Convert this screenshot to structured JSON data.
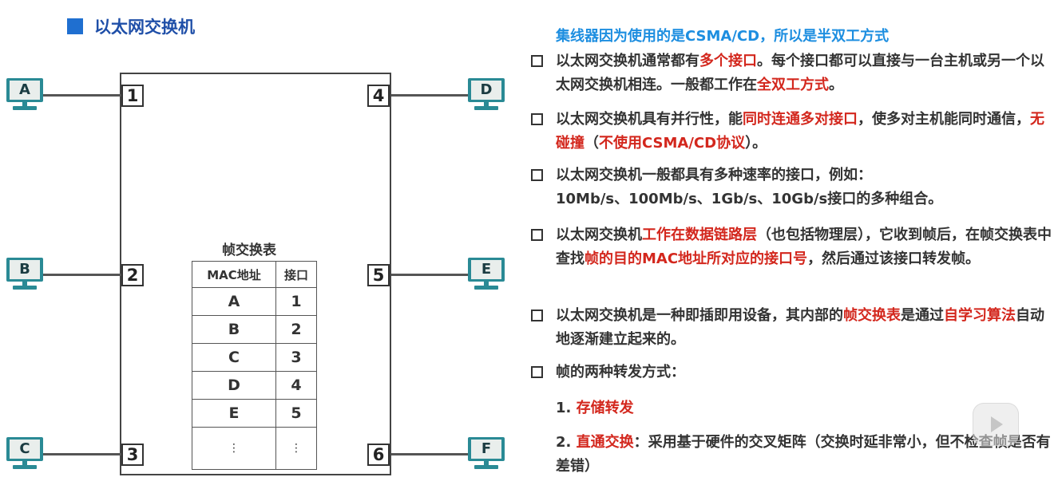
{
  "title": "以太网交换机",
  "diagram": {
    "hosts": [
      {
        "id": "A",
        "label": "A"
      },
      {
        "id": "B",
        "label": "B"
      },
      {
        "id": "C",
        "label": "C"
      },
      {
        "id": "D",
        "label": "D"
      },
      {
        "id": "E",
        "label": "E"
      },
      {
        "id": "F",
        "label": "F"
      }
    ],
    "ports": [
      "1",
      "2",
      "3",
      "4",
      "5",
      "6"
    ],
    "table": {
      "caption": "帧交换表",
      "headers": [
        "MAC地址",
        "接口"
      ],
      "rows": [
        [
          "A",
          "1"
        ],
        [
          "B",
          "2"
        ],
        [
          "C",
          "3"
        ],
        [
          "D",
          "4"
        ],
        [
          "E",
          "5"
        ],
        [
          "⋮",
          "⋮"
        ]
      ]
    }
  },
  "notes": {
    "header": "集线器因为使用的是CSMA/CD，所以是半双工方式",
    "b1": {
      "p1": "以太网交换机通常都有",
      "r1": "多个接口",
      "p2": "。每个接口都可以直接与一台主机或另一个以太网交换机相连。一般都工作在",
      "r2": "全双工方式",
      "p3": "。"
    },
    "b2": {
      "p1": "以太网交换机具有并行性，能",
      "r1": "同时连通多对接口",
      "p2": "，使多对主机能同时通信，",
      "r2": "无碰撞",
      "p3": "（",
      "r3": "不使用CSMA/CD协议",
      "p4": "）。"
    },
    "b3": {
      "line1": "以太网交换机一般都具有多种速率的接口，例如：",
      "line2": "10Mb/s、100Mb/s、1Gb/s、10Gb/s接口的多种组合。"
    },
    "b4": {
      "p1": "以太网交换机",
      "r1": "工作在数据链路层",
      "p2": "（也包括物理层），它收到帧后，在帧交换表中查找",
      "r2": "帧的目的MAC地址所对应的接口号",
      "p3": "，然后通过该接口转发帧。"
    },
    "b5": {
      "p1": "以太网交换机是一种即插即用设备，其内部的",
      "r1": "帧交换表",
      "p2": "是通过",
      "r2": "自学习算法",
      "p3": "自动地逐渐建立起来的。"
    },
    "b6": {
      "text": "帧的两种转发方式：",
      "sub1_num": "1. ",
      "sub1_red": "存储转发",
      "sub2_num": "2. ",
      "sub2_red": "直通交换",
      "sub2_rest": "：采用基于硬件的交叉矩阵（交换时延非常小，但不检查帧是否有差错）"
    }
  },
  "colors": {
    "title_blue": "#1f4fa8",
    "header_blue": "#1d8ee0",
    "highlight_red": "#d3271d",
    "host_teal": "#2a8a95"
  }
}
